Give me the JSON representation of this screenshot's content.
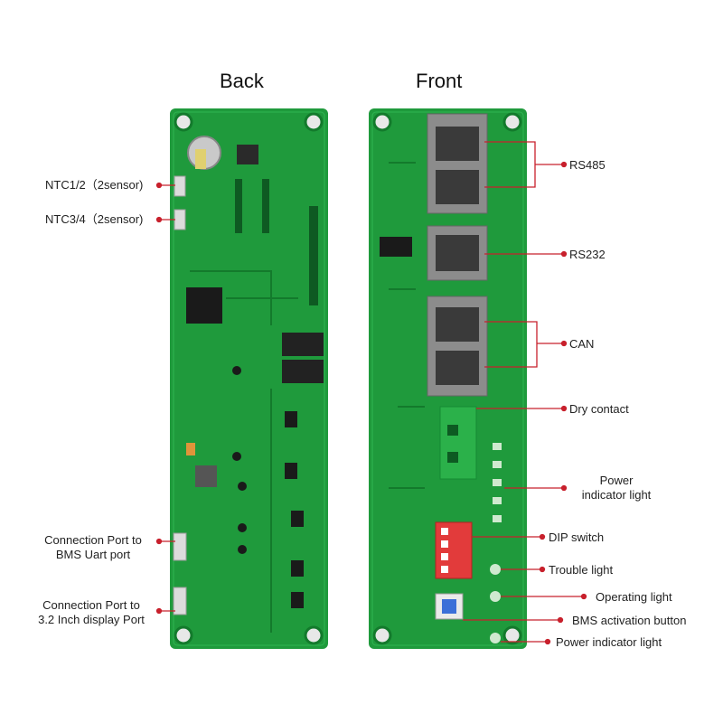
{
  "headings": {
    "back": "Back",
    "front": "Front"
  },
  "back_labels": {
    "ntc12": "NTC1/2（2sensor)",
    "ntc34": "NTC3/4（2sensor)",
    "uart_line1": "Connection Port to",
    "uart_line2": "BMS Uart port",
    "display_line1": "Connection Port to",
    "display_line2": "3.2 Inch display Port"
  },
  "front_labels": {
    "rs485": "RS485",
    "rs232": "RS232",
    "can": "CAN",
    "dry_contact": "Dry contact",
    "power_light_line1": "Power",
    "power_light_line2": "indicator light",
    "dip_switch": "DIP switch",
    "trouble_light": "Trouble light",
    "operating_light": "Operating light",
    "bms_button": "BMS activation button",
    "power_light_bottom": "Power indicator light"
  },
  "colors": {
    "pcb": "#1f9a3c",
    "pcb_dark": "#137a2c",
    "leader": "#c8202c",
    "connector": "#9a9a9a",
    "dip": "#e23b3b",
    "terminal": "#2bb14a"
  }
}
